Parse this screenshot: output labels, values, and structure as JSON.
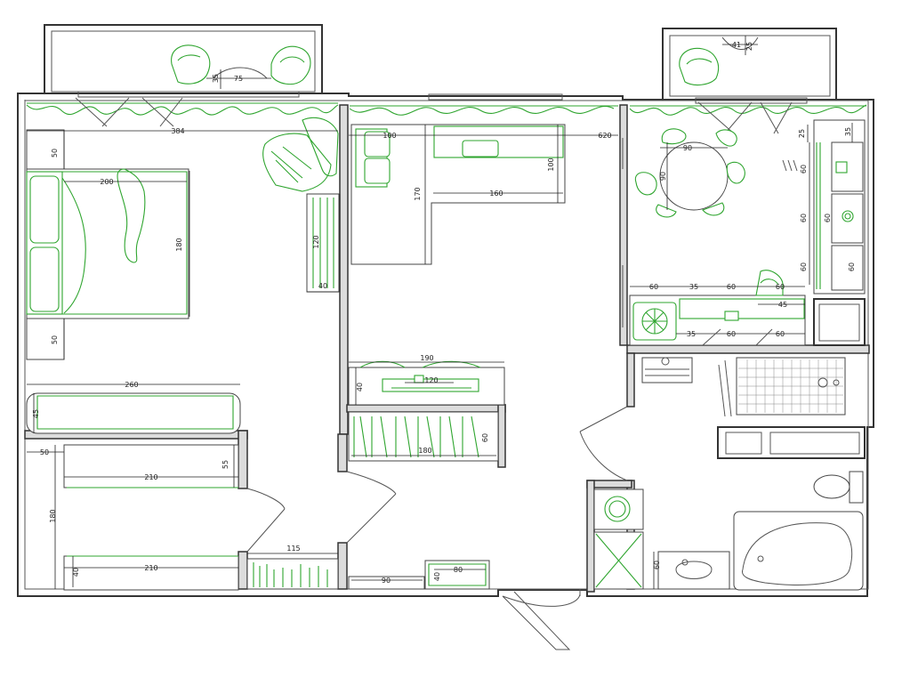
{
  "dimensions": {
    "balcony_left_width": "75",
    "balcony_left_depth": "35",
    "bedroom_width": "384",
    "bed_side_top": "50",
    "bed_width": "200",
    "bed_length": "180",
    "bed_side_bottom": "50",
    "wardrobe_height": "120",
    "wardrobe_depth": "40",
    "bench_width": "260",
    "bench_depth": "45",
    "kids_side": "50",
    "kids_bed_top_length": "210",
    "kids_bed_top_gap": "55",
    "kids_bed_width": "180",
    "kids_bed_bottom_length": "210",
    "kids_bed_bottom_depth": "40",
    "kids_shelf_width": "115",
    "living_total": "620",
    "living_armchair": "100",
    "sofa_depth": "100",
    "sofa_width": "160",
    "sofa_length": "170",
    "tv_unit_width": "190",
    "tv_unit_depth": "40",
    "tv_table_width": "120",
    "bookshelf_width": "180",
    "bookshelf_depth": "60",
    "hall_shelf_width": "90",
    "hall_cabinet_width": "80",
    "hall_cabinet_depth": "40",
    "dining_table_width": "90",
    "dining_table_depth": "90",
    "balcony_right_a": "41",
    "balcony_right_b": "25",
    "kitchen_top_25": "25",
    "kitchen_top_35": "35",
    "kitchen_col_60a": "60",
    "kitchen_col_60b": "60",
    "kitchen_col_60c": "60",
    "kitchen_right_60a": "60",
    "kitchen_right_60b": "60",
    "counter_60a": "60",
    "counter_35": "35",
    "counter_60b": "60",
    "counter_60c": "60",
    "counter_45": "45",
    "lower_35": "35",
    "lower_60a": "60",
    "lower_60b": "60",
    "bath_sink_depth": "60"
  }
}
